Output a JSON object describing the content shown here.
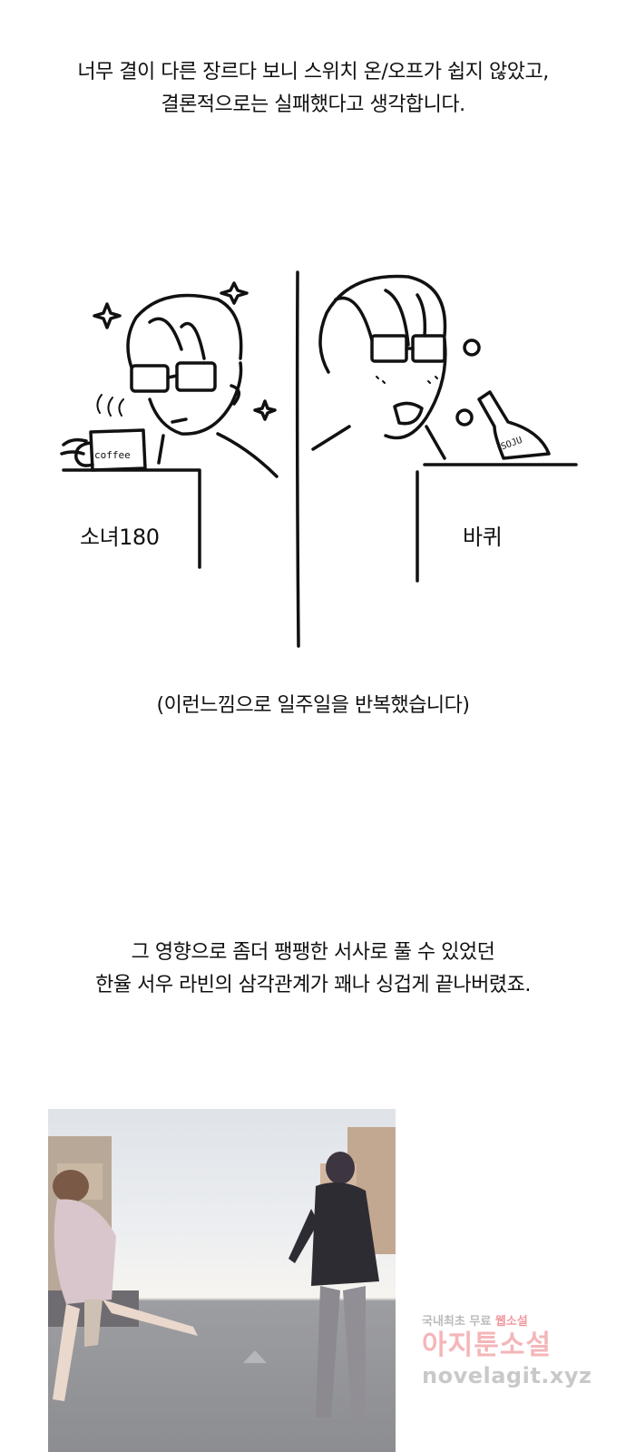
{
  "captions": {
    "top_line1": "너무 결이 다른 장르다 보니 스위치 온/오프가 쉽지 않았고,",
    "top_line2": "결론적으로는 실패했다고 생각합니다.",
    "middle": "(이런느낌으로 일주일을 반복했습니다)",
    "bottom_line1": "그 영향으로 좀더 팽팽한 서사로 풀 수 있었던",
    "bottom_line2": "한율 서우 라빈의 삼각관계가 꽤나 싱겁게 끝나버렸죠."
  },
  "sketch": {
    "left_label": "소녀180",
    "right_label": "바퀴",
    "mug_text": "coffee",
    "bottle_text": "SOJU"
  },
  "watermark": {
    "top_prefix": "국내최초 무료 ",
    "top_highlight": "웹소설",
    "main": "아지툰소설",
    "domain": "novelagit.xyz"
  }
}
